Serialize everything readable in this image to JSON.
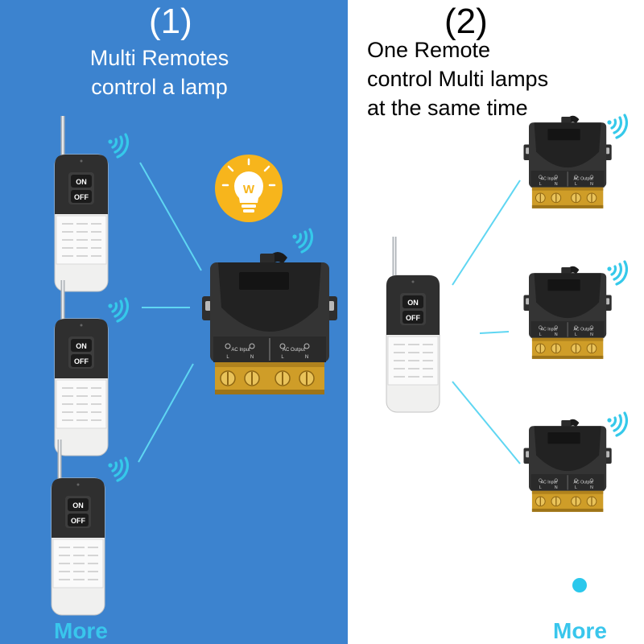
{
  "left_panel": {
    "number": "(1)",
    "caption_lines": [
      "Multi Remotes",
      "control a lamp"
    ],
    "more_label": "More",
    "bulb_letter": "W"
  },
  "right_panel": {
    "number": "(2)",
    "caption_lines": [
      "One Remote",
      "control Multi lamps",
      "at the same time"
    ],
    "more_label": "More"
  },
  "remote": {
    "on_label": "ON",
    "off_label": "OFF"
  },
  "receiver": {
    "input_label": "AC Input",
    "output_label": "AC Output",
    "terminal_labels": [
      "L",
      "N",
      "L",
      "N"
    ]
  },
  "colors": {
    "left_background": "#3c83cf",
    "right_background": "#ffffff",
    "accent_cyan": "#39c6ec",
    "bulb_yellow": "#f7b51c",
    "receiver_body": "#2e2e2e",
    "terminal_brass": "#d3a326"
  },
  "icons": [
    "wifi-signal-icon",
    "lightbulb-icon",
    "antenna-icon"
  ]
}
